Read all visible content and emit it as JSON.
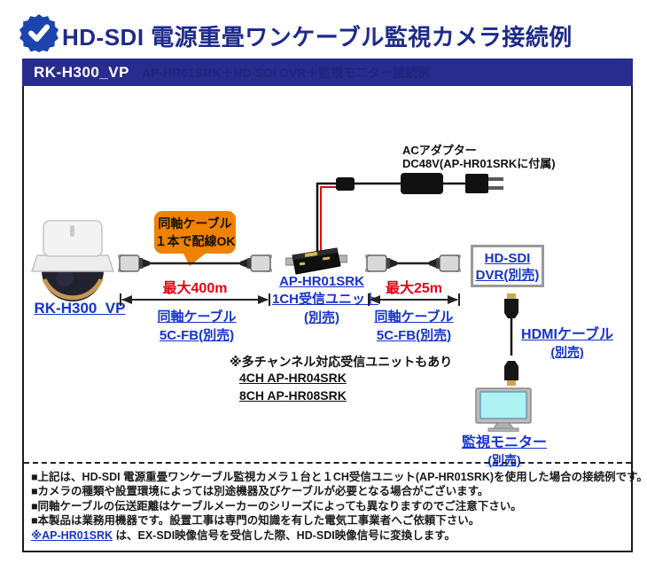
{
  "header": {
    "title": "HD-SDI 電源重畳ワンケーブル監視カメラ接続例",
    "badge_icon": "check-seal-icon"
  },
  "model_bar": {
    "label": "RK-H300_VP",
    "watermark": "AP-HR01SRK＋HD-SDI DVR＋監視モニター接続例"
  },
  "diagram": {
    "camera": {
      "label": "RK-H300_VP"
    },
    "callout": {
      "line1": "同軸ケーブル",
      "line2": "１本で配線OK"
    },
    "ac_adapter": {
      "line1": "ACアダプター",
      "line2": "DC48V(AP-HR01SRKに付属)"
    },
    "span1": {
      "distance": "最大400m",
      "cable_line1": "同軸ケーブル",
      "cable_line2": "5C-FB(別売)"
    },
    "receiver": {
      "line1": "AP-HR01SRK",
      "line2": "1CH受信ユニット",
      "line3": "(別売)"
    },
    "span2": {
      "distance": "最大25m",
      "cable_line1": "同軸ケーブル",
      "cable_line2": "5C-FB(別売)"
    },
    "dvr": {
      "line1": "HD-SDI",
      "line2": "DVR(別売)"
    },
    "hdmi": {
      "line1": "HDMIケーブル",
      "line2": "(別売)"
    },
    "monitor": {
      "line1": "監視モニター",
      "line2": "(別売)"
    },
    "multichannel": {
      "note": "※多チャンネル対応受信ユニットもあり",
      "option1": "4CH AP-HR04SRK",
      "option2": "8CH AP-HR08SRK"
    }
  },
  "notes": {
    "items": [
      "■上記は、HD-SDI 電源重畳ワンケーブル監視カメラ１台と１CH受信ユニット(AP-HR01SRK)を使用した場合の接続例です。",
      "■カメラの種類や設置環境によっては別途機器及びケーブルが必要となる場合がございます。",
      "■同軸ケーブルの伝送距離はケーブルメーカーのシリーズによっても異なりますのでご注意下さい。",
      "■本製品は業務用機器です。設置工事は専門の知識を有した電気工事業者へご依頼下さい。"
    ],
    "last_link": "※AP-HR01SRK",
    "last_text": " は、EX-SDI映像信号を受信した際、HD-SDI映像信号に変換します。"
  },
  "colors": {
    "navy_bar": "#272c8e",
    "title_navy": "#1e2b8a",
    "link_blue": "#1533cc",
    "distance_red": "#e60012",
    "callout_orange": "#ef8200",
    "monitor_screen": "#aef2f4"
  }
}
